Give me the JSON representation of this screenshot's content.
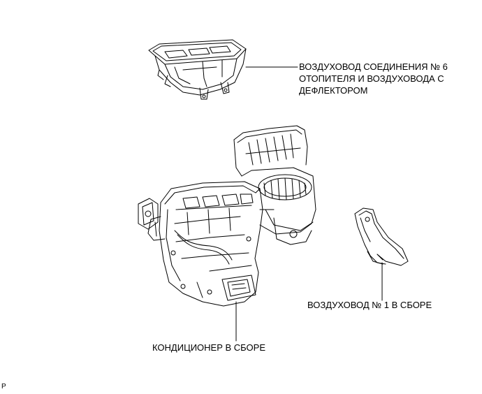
{
  "labels": {
    "duct6": [
      "ВОЗДУХОВОД СОЕДИНЕНИЯ № 6",
      "ОТОПИТЕЛЯ И ВОЗДУХОВОДА С",
      "ДЕФЛЕКТОРОМ"
    ],
    "duct1": "ВОЗДУХОВОД № 1 В СБОРЕ",
    "ac_assembly": "КОНДИЦИОНЕР В СБОРЕ",
    "code": "P"
  },
  "colors": {
    "line": "#000000",
    "background": "#ffffff"
  }
}
